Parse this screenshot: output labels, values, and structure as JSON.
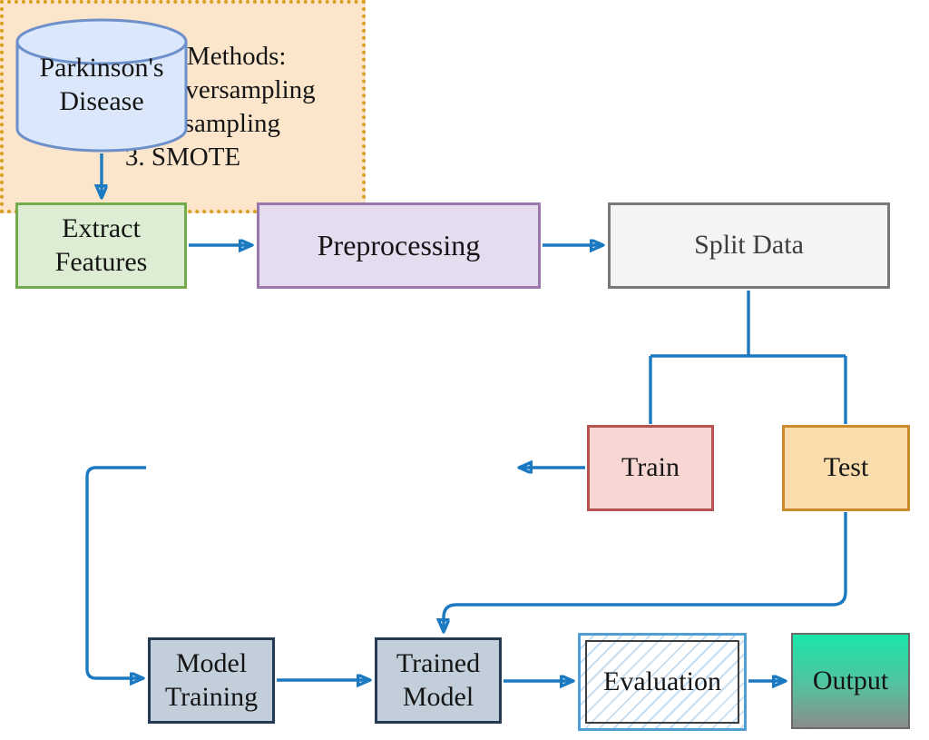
{
  "diagram": {
    "background": "#ffffff",
    "connector_color": "#1b79c2",
    "nodes": {
      "database": {
        "label": "Parkinson's\nDisease",
        "shape": "cylinder",
        "fill": "#dbe7fa",
        "border": "#6d90cb"
      },
      "extract_features": {
        "label": "Extract\nFeatures",
        "fill": "#ddedd3",
        "border": "#73ab4c"
      },
      "preprocessing": {
        "label": "Preprocessing",
        "fill": "#e5dcef",
        "border": "#9a78ae"
      },
      "split_data": {
        "label": "Split Data",
        "fill": "#f4f4f4",
        "border": "#787878"
      },
      "sampling_methods": {
        "title": "Sampling Methods:",
        "items": [
          "1. Random oversampling",
          "2. Under sampling",
          "3. SMOTE"
        ],
        "fill": "#fbe5cb",
        "border": "#d7a01f",
        "border_style": "dotted"
      },
      "train": {
        "label": "Train",
        "fill": "#f8d6d4",
        "border": "#b6524f"
      },
      "test": {
        "label": "Test",
        "fill": "#fbdcad",
        "border": "#cc8b2b"
      },
      "model_training": {
        "label": "Model\nTraining",
        "fill": "#c2cfda",
        "border": "#243a52"
      },
      "trained_model": {
        "label": "Trained\nModel",
        "fill": "#c2cfda",
        "border": "#243a52"
      },
      "evaluation": {
        "label": "Evaluation",
        "fill": "#ffffff",
        "hatch": "#c7ddf1",
        "outer_border": "#4f9fd6",
        "inner_border": "#3d3d3d"
      },
      "output": {
        "label": "Output",
        "fill_top": "#19e6aa",
        "fill_bottom": "#8a8d8a",
        "border": "#6b6b6b"
      }
    }
  }
}
